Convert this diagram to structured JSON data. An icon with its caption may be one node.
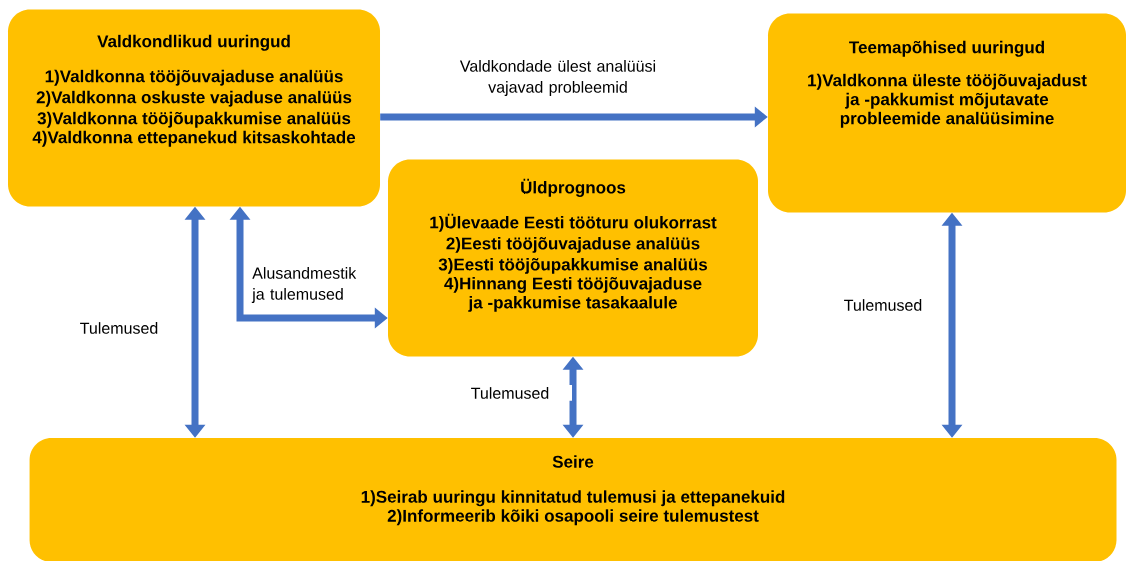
{
  "diagram": {
    "nodes": [
      {
        "text": [
          "Valdkondlikud uuringud",
          "1)Valdkonna tööjõuvajaduse analüüs",
          "2)Valdkonna oskuste vajaduse analüüs",
          "3)Valdkonna tööjõupakkumise analüüs",
          "4)Valdkonna ettepanekud kitsaskohtade"
        ]
      },
      {
        "text": [
          "Teemapõhised uuringud",
          "1)Valdkonna üleste tööjõuvajadust ja -pakkumist mõjutavate probleemide analüüsimine"
        ]
      },
      {
        "text": [
          "Üldprognoos",
          "1)Ülevaade Eesti tööturu olukorrast",
          "2)Eesti tööjõuvajaduse analüüs",
          "3)Eesti tööjõupakkumise analüüs",
          "4)Hinnang Eesti tööjõuvajaduse ja -pakkumise tasakaalule"
        ]
      },
      {
        "text": [
          "Seire",
          "1)Seirab uuringu kinnitatud tulemusi ja ettepanekuid",
          "2)Informeerib kõiki osapooli seire tulemustest"
        ]
      }
    ],
    "edges": [
      {
        "from": 0,
        "to": 1,
        "arrow": "to",
        "label": "Valdkondade ülest analüüsi vajavad probleemid"
      },
      {
        "from": 0,
        "to": 3,
        "arrow": "both",
        "label": "Tulemused"
      },
      {
        "from": 0,
        "to": 2,
        "arrow": "both",
        "label": "Alusandmestik ja tulemused"
      },
      {
        "from": 2,
        "to": 3,
        "arrow": "both",
        "label": "Tulemused"
      },
      {
        "from": 1,
        "to": 3,
        "arrow": "both",
        "label": "Tulemused"
      }
    ]
  }
}
